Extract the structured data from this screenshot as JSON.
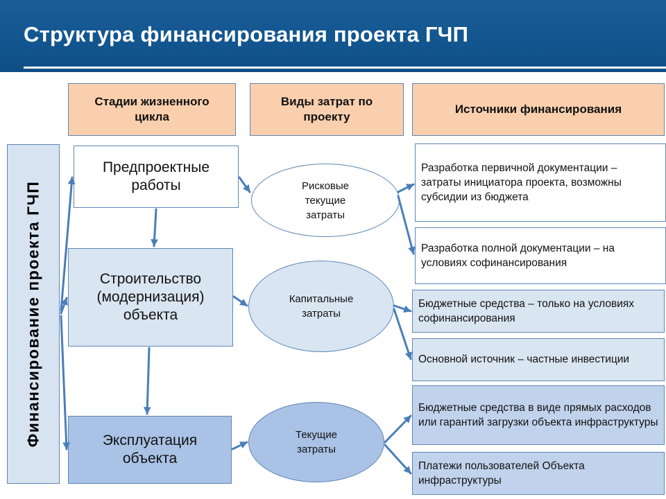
{
  "header": {
    "title": "Структура финансирования проекта ГЧП"
  },
  "columns": {
    "stages": "Стадии жизненного цикла",
    "costs": "Виды затрат по проекту",
    "sources": "Источники финансирования"
  },
  "side_label": "Финансирование проекта ГЧП",
  "stages": [
    {
      "label": "Предпроектные работы"
    },
    {
      "label": "Строительство (модернизация) объекта"
    },
    {
      "label": "Эксплуатация объекта"
    }
  ],
  "costs": [
    {
      "label": "Рисковые текущие затраты"
    },
    {
      "label": "Капитальные затраты"
    },
    {
      "label": "Текущие затраты"
    }
  ],
  "sources": [
    {
      "label": "Разработка первичной документации – затраты инициатора проекта, возможны субсидии из бюджета"
    },
    {
      "label": "Разработка полной документации – на условиях софинансирования"
    },
    {
      "label": "Бюджетные средства – только на условиях софинансирования"
    },
    {
      "label": "Основной источник – частные инвестиции"
    },
    {
      "label": "Бюджетные средства в виде прямых расходов или гарантий загрузки объекта инфраструктуры"
    },
    {
      "label": "Платежи пользователей Объекта инфраструктуры"
    }
  ],
  "colors": {
    "header_bg": "#0e4f87",
    "column_head_bg": "#f9cfad",
    "border": "#5e86b4",
    "light_fill": "#dae5f2",
    "mid_fill": "#c1d3ec",
    "dark_fill": "#a9c2e6",
    "arrow": "#4a7eb8"
  }
}
